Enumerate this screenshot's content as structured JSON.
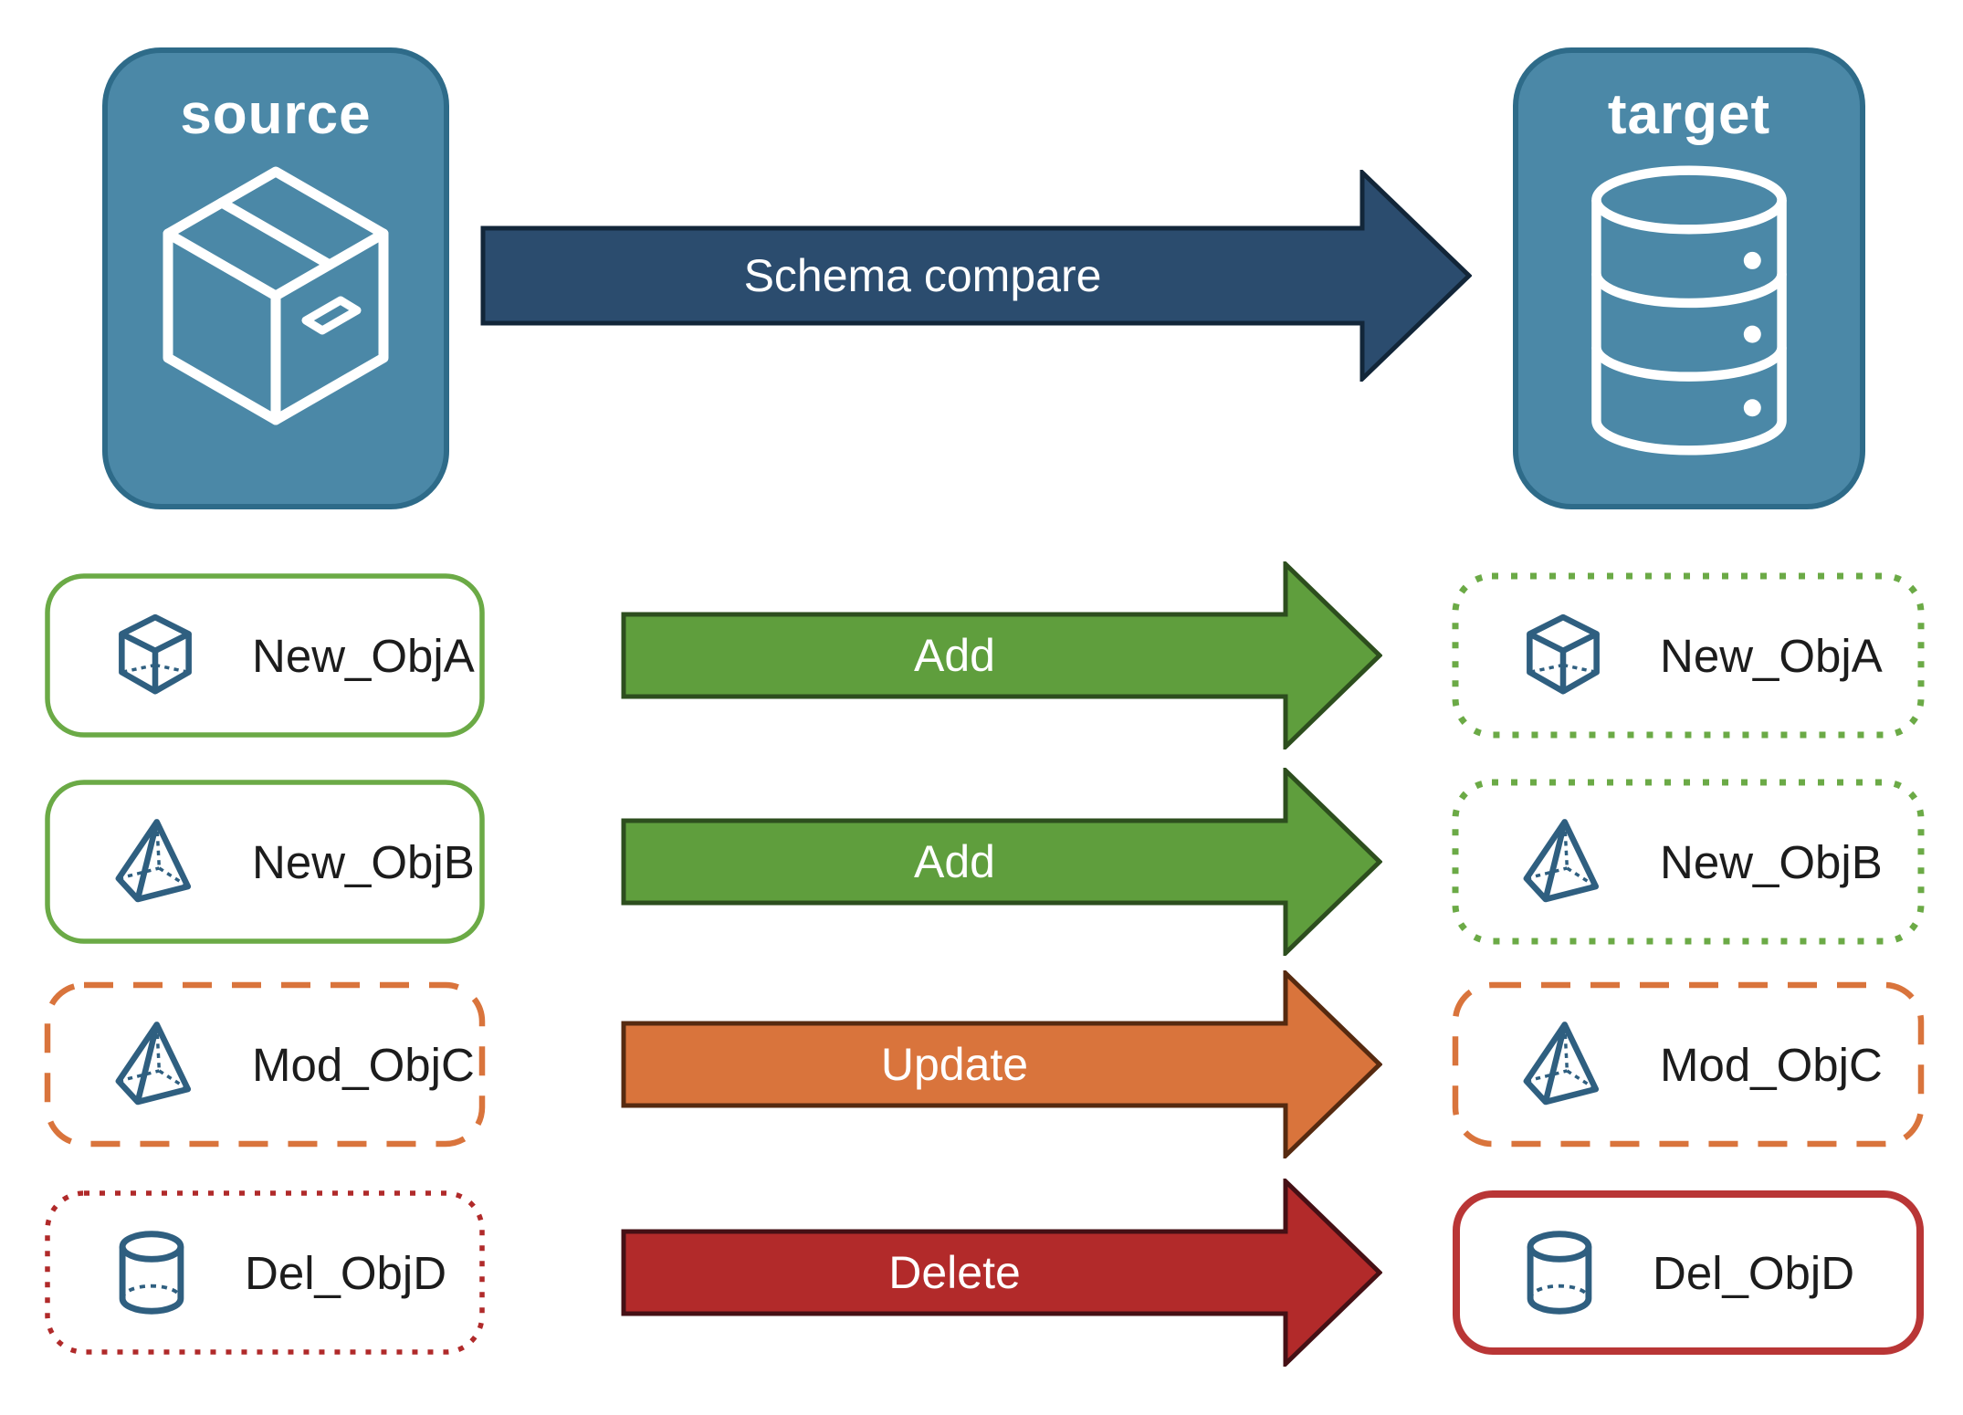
{
  "source_panel": {
    "title": "source",
    "icon": "package-icon"
  },
  "target_panel": {
    "title": "target",
    "icon": "database-icon"
  },
  "main_arrow": {
    "label": "Schema compare"
  },
  "rows": [
    {
      "label": "New_ObjA",
      "action": "Add",
      "icon": "cube-icon",
      "source_border": "solid-green",
      "target_border": "dotted-green"
    },
    {
      "label": "New_ObjB",
      "action": "Add",
      "icon": "pyramid-icon",
      "source_border": "solid-green",
      "target_border": "dotted-green"
    },
    {
      "label": "Mod_ObjC",
      "action": "Update",
      "icon": "pyramid-icon",
      "source_border": "dashed-orange",
      "target_border": "dashed-orange"
    },
    {
      "label": "Del_ObjD",
      "action": "Delete",
      "icon": "cylinder-icon",
      "source_border": "dotted-red",
      "target_border": "solid-red"
    }
  ],
  "colors": {
    "panel_fill": "#4b88a7",
    "panel_border": "#2e6b89",
    "panel_title": "#ffffff",
    "main_arrow_fill": "#2b4c6e",
    "main_arrow_border": "#122639",
    "add_fill": "#5f9e3d",
    "add_border": "#2d4e1e",
    "update_fill": "#d9743c",
    "update_border": "#562a10",
    "delete_fill": "#b22a2a",
    "delete_border": "#451015",
    "green_outline": "#6baa46",
    "orange_outline": "#d9743c",
    "red_dotted_outline": "#b02a2a",
    "red_solid_outline": "#b93636",
    "icon_blue": "#2f5f80",
    "label_text": "#1c1c1c"
  }
}
